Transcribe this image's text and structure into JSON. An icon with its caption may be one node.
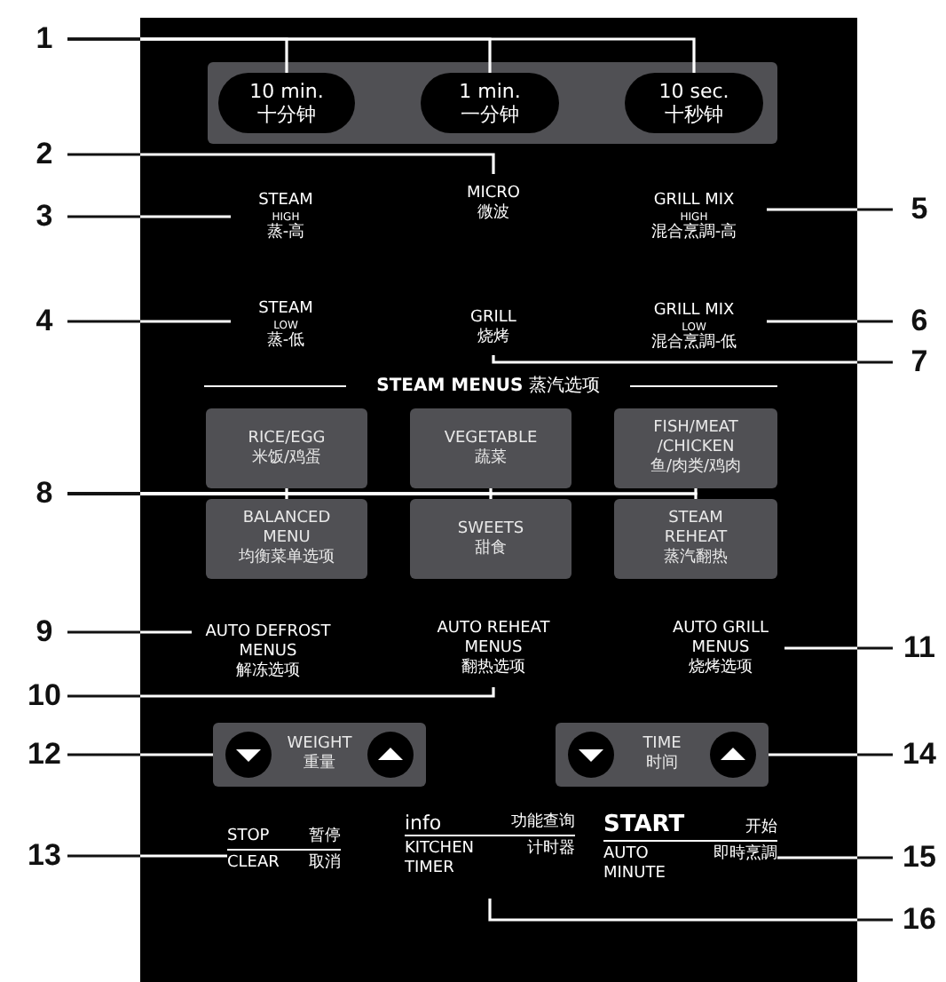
{
  "diagram": {
    "nodes": [
      {
        "text": [
          "10 min.",
          "十分钟"
        ]
      },
      {
        "text": [
          "1 min.",
          "一分钟"
        ]
      },
      {
        "text": [
          "10 sec.",
          "十秒钟"
        ]
      },
      {
        "text": [
          "STEAM",
          "HIGH",
          "蒸-高"
        ]
      },
      {
        "text": [
          "MICRO",
          "微波"
        ]
      },
      {
        "text": [
          "GRILL MIX",
          "HIGH",
          "混合烹調-高"
        ]
      },
      {
        "text": [
          "STEAM",
          "LOW",
          "蒸-低"
        ]
      },
      {
        "text": [
          "GRILL",
          "烧烤"
        ]
      },
      {
        "text": [
          "GRILL MIX",
          "LOW",
          "混合烹調-低"
        ]
      },
      {
        "text": [
          "RICE/EGG",
          "米饭/鸡蛋"
        ]
      },
      {
        "text": [
          "VEGETABLE",
          "蔬菜"
        ]
      },
      {
        "text": [
          "FISH/MEAT /CHICKEN",
          "鱼/肉类/鸡肉"
        ]
      },
      {
        "text": [
          "BALANCED MENU",
          "均衡菜单选项"
        ]
      },
      {
        "text": [
          "SWEETS",
          "甜食"
        ]
      },
      {
        "text": [
          "STEAM REHEAT",
          "蒸汽翻热"
        ]
      },
      {
        "text": [
          "AUTO DEFROST MENUS",
          "解冻选项"
        ]
      },
      {
        "text": [
          "AUTO REHEAT MENUS",
          "翻热选项"
        ]
      },
      {
        "text": [
          "AUTO GRILL MENUS",
          "烧烤选项"
        ]
      },
      {
        "text": [
          "WEIGHT",
          "重量"
        ]
      },
      {
        "text": [
          "TIME",
          "时间"
        ]
      },
      {
        "text": [
          "STOP",
          "暂停",
          "CLEAR",
          "取消"
        ]
      },
      {
        "text": [
          "info",
          "功能查询",
          "KITCHEN TIMER",
          "计时器"
        ]
      },
      {
        "text": [
          "START",
          "开始",
          "AUTO MINUTE",
          "即時烹調"
        ]
      },
      {
        "text": [
          "1"
        ]
      },
      {
        "text": [
          "2"
        ]
      },
      {
        "text": [
          "3"
        ]
      },
      {
        "text": [
          "4"
        ]
      },
      {
        "text": [
          "5"
        ]
      },
      {
        "text": [
          "6"
        ]
      },
      {
        "text": [
          "7"
        ]
      },
      {
        "text": [
          "8"
        ]
      },
      {
        "text": [
          "9"
        ]
      },
      {
        "text": [
          "10"
        ]
      },
      {
        "text": [
          "11"
        ]
      },
      {
        "text": [
          "12"
        ]
      },
      {
        "text": [
          "13"
        ]
      },
      {
        "text": [
          "14"
        ]
      },
      {
        "text": [
          "15"
        ]
      },
      {
        "text": [
          "16"
        ]
      }
    ],
    "edges": [
      {
        "from": 23,
        "to": 0,
        "arrow": "none"
      },
      {
        "from": 23,
        "to": 1,
        "arrow": "none"
      },
      {
        "from": 23,
        "to": 2,
        "arrow": "none"
      },
      {
        "from": 24,
        "to": 4,
        "arrow": "none"
      },
      {
        "from": 25,
        "to": 3,
        "arrow": "none"
      },
      {
        "from": 26,
        "to": 6,
        "arrow": "none"
      },
      {
        "from": 27,
        "to": 5,
        "arrow": "none"
      },
      {
        "from": 28,
        "to": 8,
        "arrow": "none"
      },
      {
        "from": 29,
        "to": 7,
        "arrow": "none"
      },
      {
        "from": 30,
        "to": 9,
        "arrow": "none"
      },
      {
        "from": 30,
        "to": 10,
        "arrow": "none"
      },
      {
        "from": 30,
        "to": 11,
        "arrow": "none"
      },
      {
        "from": 30,
        "to": 12,
        "arrow": "none"
      },
      {
        "from": 30,
        "to": 13,
        "arrow": "none"
      },
      {
        "from": 30,
        "to": 14,
        "arrow": "none"
      },
      {
        "from": 31,
        "to": 15,
        "arrow": "none"
      },
      {
        "from": 32,
        "to": 16,
        "arrow": "none"
      },
      {
        "from": 33,
        "to": 17,
        "arrow": "none"
      },
      {
        "from": 34,
        "to": 18,
        "arrow": "none"
      },
      {
        "from": 35,
        "to": 20,
        "arrow": "none"
      },
      {
        "from": 36,
        "to": 19,
        "arrow": "none"
      },
      {
        "from": 37,
        "to": 22,
        "arrow": "none"
      },
      {
        "from": 38,
        "to": 21,
        "arrow": "none"
      }
    ],
    "labels": [
      "**STEAM MENUS** 蒸汽选项"
    ]
  }
}
